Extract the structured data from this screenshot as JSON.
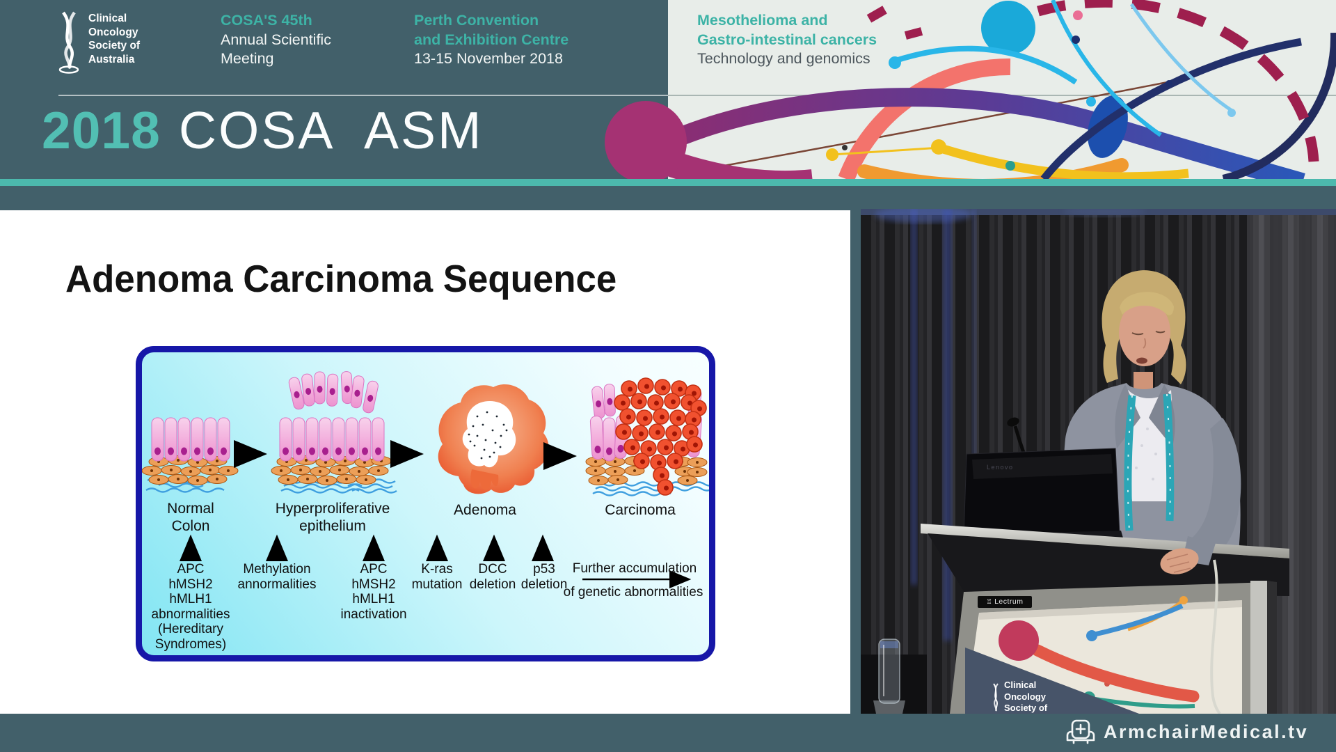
{
  "header": {
    "society_logo_lines": [
      "Clinical",
      "Oncology",
      "Society of",
      "Australia"
    ],
    "event_title": "COSA'S 45th",
    "event_subtitle_lines": [
      "Annual Scientific",
      "Meeting"
    ],
    "venue_lines": [
      "Perth Convention",
      "and Exhibition Centre"
    ],
    "venue_dates": "13-15 November 2018",
    "theme_lines": [
      "Mesothelioma and",
      "Gastro-intestinal cancers"
    ],
    "theme_subtitle": "Technology and genomics",
    "banner_year": "2018",
    "banner_title": "COSA ASM",
    "colors": {
      "accent_teal": "#4cb9ad",
      "header_dark": "#42606a",
      "panel_light": "#e8ede9",
      "magenta": "#a53273"
    }
  },
  "slide": {
    "title": "Adenoma Carcinoma Sequence",
    "diagram": {
      "border_color": "#1617a8",
      "stages": [
        {
          "label_lines": [
            "Normal",
            "Colon"
          ]
        },
        {
          "label_lines": [
            "Hyperproliferative",
            "epithelium"
          ]
        },
        {
          "label_lines": [
            "Adenoma"
          ]
        },
        {
          "label_lines": [
            "Carcinoma"
          ]
        }
      ],
      "annotations": [
        {
          "lines": [
            "APC",
            "hMSH2",
            "hMLH1",
            "abnormalities",
            "(Hereditary",
            "Syndromes)"
          ]
        },
        {
          "lines": [
            "Methylation",
            "annormalities"
          ]
        },
        {
          "lines": [
            "APC",
            "hMSH2",
            "hMLH1",
            "inactivation"
          ]
        },
        {
          "lines": [
            "K-ras",
            "mutation"
          ]
        },
        {
          "lines": [
            "DCC",
            "deletion"
          ]
        },
        {
          "lines": [
            "p53",
            "deletion"
          ]
        }
      ],
      "further_label_top": "Further accumulation",
      "further_label_bottom": "of genetic abnormalities"
    }
  },
  "video": {
    "laptop_brand": "Lenovo",
    "lectern_brand": "Lectrum",
    "poster_logo_lines": [
      "Clinical",
      "Oncology",
      "Society of"
    ]
  },
  "footer": {
    "brand": "ArmchairMedical.tv"
  }
}
